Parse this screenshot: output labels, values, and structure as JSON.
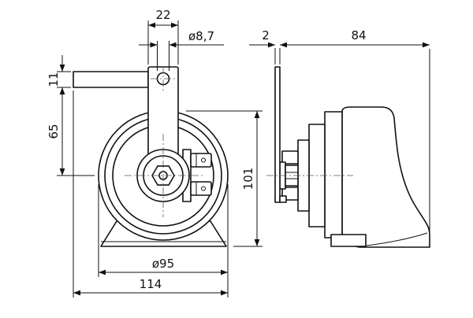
{
  "drawing": {
    "front_view": {
      "dimensions": {
        "bracket_width": "22",
        "hole_diameter": "ø8,7",
        "arm_thickness": "11",
        "arm_to_axis": "65",
        "overall_height": "101",
        "body_diameter": "ø95",
        "overall_width": "114"
      }
    },
    "side_view": {
      "dimensions": {
        "bracket_thickness": "2",
        "overall_depth": "84"
      }
    }
  }
}
